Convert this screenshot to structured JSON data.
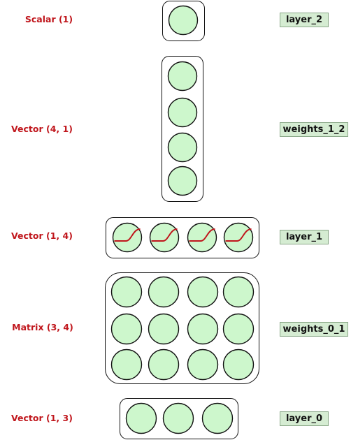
{
  "rows": [
    {
      "shape_label": "Scalar (1)",
      "name": "layer_2",
      "cols": 1,
      "rows": 1,
      "activated": false
    },
    {
      "shape_label": "Vector (4, 1)",
      "name": "weights_1_2",
      "cols": 1,
      "rows": 4,
      "activated": false
    },
    {
      "shape_label": "Vector (1, 4)",
      "name": "layer_1",
      "cols": 4,
      "rows": 1,
      "activated": true
    },
    {
      "shape_label": "Matrix (3, 4)",
      "name": "weights_0_1",
      "cols": 4,
      "rows": 3,
      "activated": false
    },
    {
      "shape_label": "Vector (1, 3)",
      "name": "layer_0",
      "cols": 3,
      "rows": 1,
      "activated": false
    }
  ],
  "colors": {
    "label_text": "#c0161c",
    "node_fill": "#cdf7cc",
    "name_box_fill": "#d5ecd2",
    "curve": "#c0161c"
  }
}
